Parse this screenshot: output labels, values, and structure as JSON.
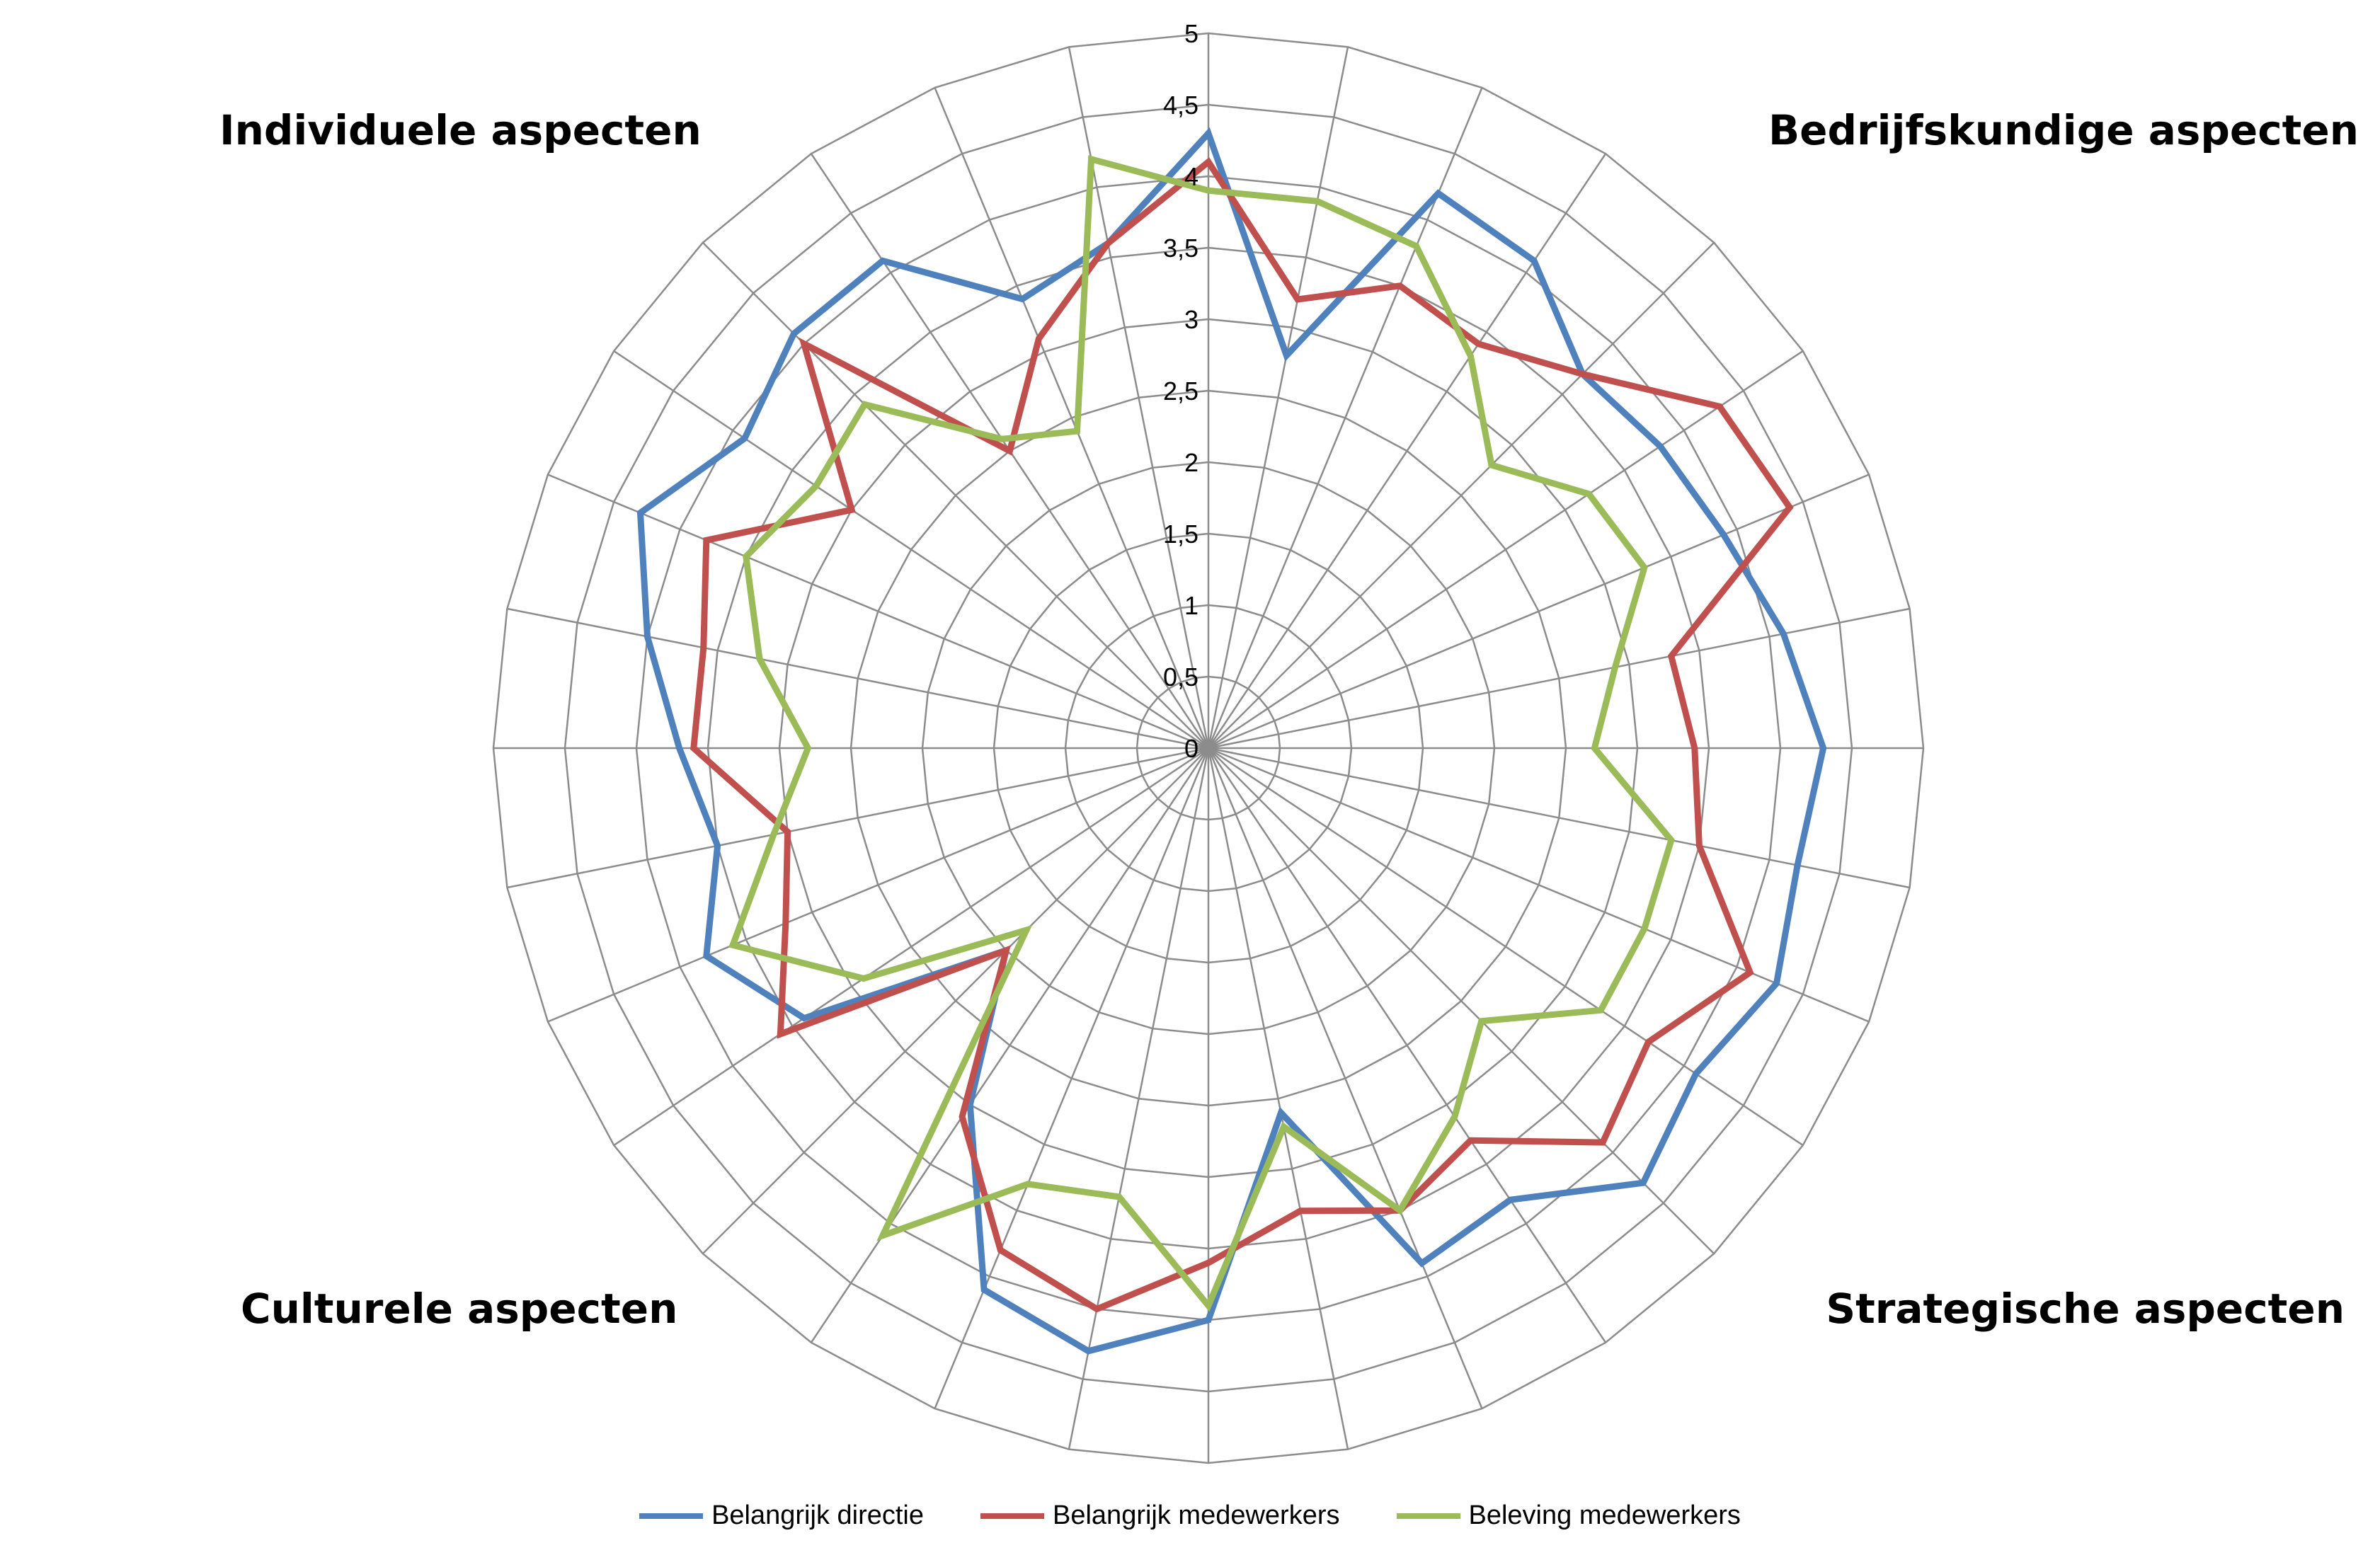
{
  "quadrant_labels": {
    "top_left": "Individuele aspecten",
    "top_right": "Bedrijfskundige aspecten",
    "bottom_left": "Culturele aspecten",
    "bottom_right": "Strategische aspecten"
  },
  "chart_data": {
    "type": "radar",
    "axis_count": 32,
    "rmin": 0,
    "rmax": 5,
    "ticks": [
      "0",
      "0,5",
      "1",
      "1,5",
      "2",
      "2,5",
      "3",
      "3,5",
      "4",
      "4,5",
      "5"
    ],
    "tick_values": [
      0,
      0.5,
      1,
      1.5,
      2,
      2.5,
      3,
      3.5,
      4,
      4.5,
      5
    ],
    "grid": true,
    "legend_position": "bottom",
    "series": [
      {
        "name": "Belangrijk directie",
        "color": "#4F81BD",
        "values": [
          4.3,
          2.8,
          4.2,
          4.1,
          3.7,
          3.8,
          3.9,
          4.1,
          4.3,
          4.2,
          4.3,
          4.1,
          4.3,
          3.8,
          3.9,
          2.6,
          4.0,
          4.3,
          4.1,
          3.0,
          2.0,
          3.4,
          3.8,
          3.5,
          3.7,
          4.0,
          4.3,
          3.9,
          4.1,
          4.1,
          3.4,
          3.6
        ],
        "show_value_labels": false
      },
      {
        "name": "Belangrijk medewerkers",
        "color": "#C0504D",
        "values": [
          4.1,
          3.2,
          3.5,
          3.4,
          3.7,
          4.3,
          4.4,
          3.3,
          3.4,
          3.5,
          4.1,
          3.7,
          3.9,
          3.3,
          3.5,
          3.3,
          3.6,
          4.0,
          3.8,
          3.1,
          2.0,
          3.6,
          3.2,
          3.0,
          3.6,
          3.6,
          3.8,
          3.0,
          4.0,
          2.5,
          3.1,
          3.6
        ],
        "show_value_labels": false
      },
      {
        "name": "Beleving medewerkers",
        "color": "#9BBB59",
        "values": [
          3.9,
          3.9,
          3.8,
          3.3,
          2.8,
          3.2,
          3.3,
          2.9,
          2.7,
          3.3,
          3.3,
          3.3,
          2.7,
          3.1,
          3.5,
          2.7,
          3.9,
          3.2,
          3.3,
          4.1,
          1.8,
          2.9,
          3.6,
          3.1,
          2.8,
          3.2,
          3.5,
          3.3,
          3.4,
          2.6,
          2.4,
          4.2
        ],
        "show_value_labels": false
      }
    ]
  }
}
